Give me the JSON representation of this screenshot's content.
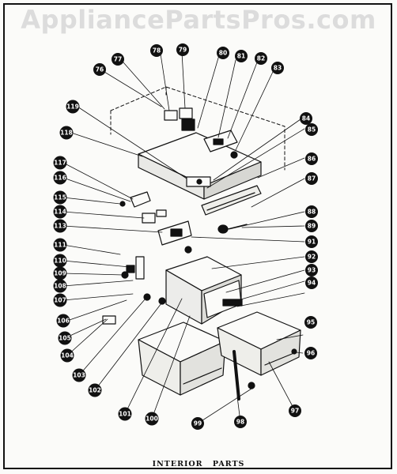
{
  "watermark": "AppliancePartsPros.com",
  "caption": {
    "word1": "INTERIOR",
    "word2": "PARTS"
  },
  "callouts": [
    {
      "id": "c76",
      "label": "76"
    },
    {
      "id": "c77",
      "label": "77"
    },
    {
      "id": "c78",
      "label": "78"
    },
    {
      "id": "c79",
      "label": "79"
    },
    {
      "id": "c80",
      "label": "80"
    },
    {
      "id": "c81",
      "label": "81"
    },
    {
      "id": "c82",
      "label": "82"
    },
    {
      "id": "c83",
      "label": "83"
    },
    {
      "id": "c84",
      "label": "84"
    },
    {
      "id": "c85",
      "label": "85"
    },
    {
      "id": "c86",
      "label": "86"
    },
    {
      "id": "c87",
      "label": "87"
    },
    {
      "id": "c88",
      "label": "88"
    },
    {
      "id": "c89",
      "label": "89"
    },
    {
      "id": "c91",
      "label": "91"
    },
    {
      "id": "c92",
      "label": "92"
    },
    {
      "id": "c93",
      "label": "93"
    },
    {
      "id": "c94",
      "label": "94"
    },
    {
      "id": "c95",
      "label": "95"
    },
    {
      "id": "c96",
      "label": "96"
    },
    {
      "id": "c97",
      "label": "97"
    },
    {
      "id": "c98",
      "label": "98"
    },
    {
      "id": "c99",
      "label": "99"
    },
    {
      "id": "c100",
      "label": "100"
    },
    {
      "id": "c101",
      "label": "101"
    },
    {
      "id": "c102",
      "label": "102"
    },
    {
      "id": "c103",
      "label": "103"
    },
    {
      "id": "c104",
      "label": "104"
    },
    {
      "id": "c105",
      "label": "105"
    },
    {
      "id": "c106",
      "label": "106"
    },
    {
      "id": "c107",
      "label": "107"
    },
    {
      "id": "c108",
      "label": "108"
    },
    {
      "id": "c109",
      "label": "109"
    },
    {
      "id": "c110",
      "label": "110"
    },
    {
      "id": "c111",
      "label": "111"
    },
    {
      "id": "c113",
      "label": "113"
    },
    {
      "id": "c114",
      "label": "114"
    },
    {
      "id": "c115",
      "label": "115"
    },
    {
      "id": "c116",
      "label": "116"
    },
    {
      "id": "c117",
      "label": "117"
    },
    {
      "id": "c118",
      "label": "118"
    },
    {
      "id": "c119",
      "label": "119"
    }
  ]
}
